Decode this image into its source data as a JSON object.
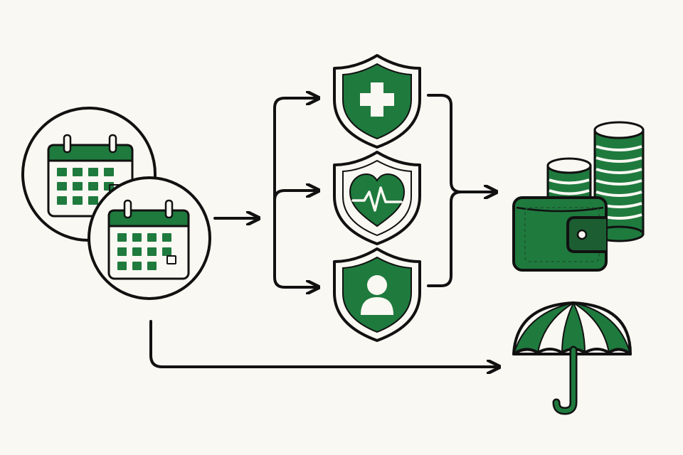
{
  "colors": {
    "background": "#faf8f2",
    "primary_green": "#1f7a3e",
    "dark_green": "#1c5e32",
    "outline": "#111111",
    "light": "#ffffff"
  },
  "nodes": [
    {
      "id": "calendar-back",
      "icon": "calendar-icon"
    },
    {
      "id": "calendar-front",
      "icon": "calendar-icon"
    },
    {
      "id": "shield-medical",
      "icon": "shield-medical-cross-icon"
    },
    {
      "id": "shield-health",
      "icon": "shield-heart-pulse-icon"
    },
    {
      "id": "shield-person",
      "icon": "shield-person-icon"
    },
    {
      "id": "wallet-coins",
      "icon": "wallet-coins-icon"
    },
    {
      "id": "umbrella",
      "icon": "umbrella-icon"
    }
  ],
  "edges": [
    {
      "from": "calendar-front",
      "to": "shield-group"
    },
    {
      "from": "shield-group-split",
      "to": "shield-medical"
    },
    {
      "from": "shield-group-split",
      "to": "shield-health"
    },
    {
      "from": "shield-group-split",
      "to": "shield-person"
    },
    {
      "from": "shield-group-brace",
      "to": "wallet-coins"
    },
    {
      "from": "calendar-front",
      "to": "umbrella"
    }
  ]
}
